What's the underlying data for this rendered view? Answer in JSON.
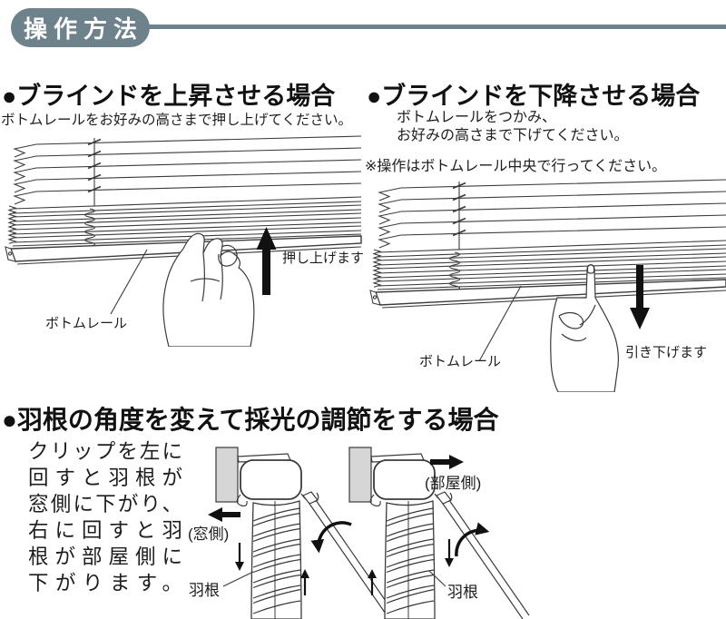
{
  "colors": {
    "accent": "#6e828c",
    "ink": "#1d1d1d",
    "line_art": "#3b3b3b",
    "bracket_gray": "#d6d6d6"
  },
  "header": {
    "title": "操作方法"
  },
  "sections": {
    "raise": {
      "heading": "●ブラインドを上昇させる場合",
      "body": "ボトムレールをお好みの高さまで押し上げてください。",
      "arrow_label": "押し上げます",
      "part_label": "ボトムレール"
    },
    "lower": {
      "heading": "●ブラインドを下降させる場合",
      "body_line1": "ボトムレールをつかみ、",
      "body_line2": "お好みの高さまで下げてください。",
      "note": "※操作はボトムレール中央で行ってください。",
      "arrow_label": "引き下げます",
      "part_label": "ボトムレール"
    },
    "tilt": {
      "heading": "●羽根の角度を変えて採光の調節をする場合",
      "body_lines": [
        "クリップを左に",
        "回すと羽根が",
        "窓側に下がり、",
        "右に回すと羽",
        "根が部屋側に",
        "下がります。"
      ],
      "left_diagram": {
        "side_label": "(窓側)",
        "part_label": "羽根"
      },
      "right_diagram": {
        "side_label": "(部屋側)",
        "part_label": "羽根"
      }
    }
  }
}
